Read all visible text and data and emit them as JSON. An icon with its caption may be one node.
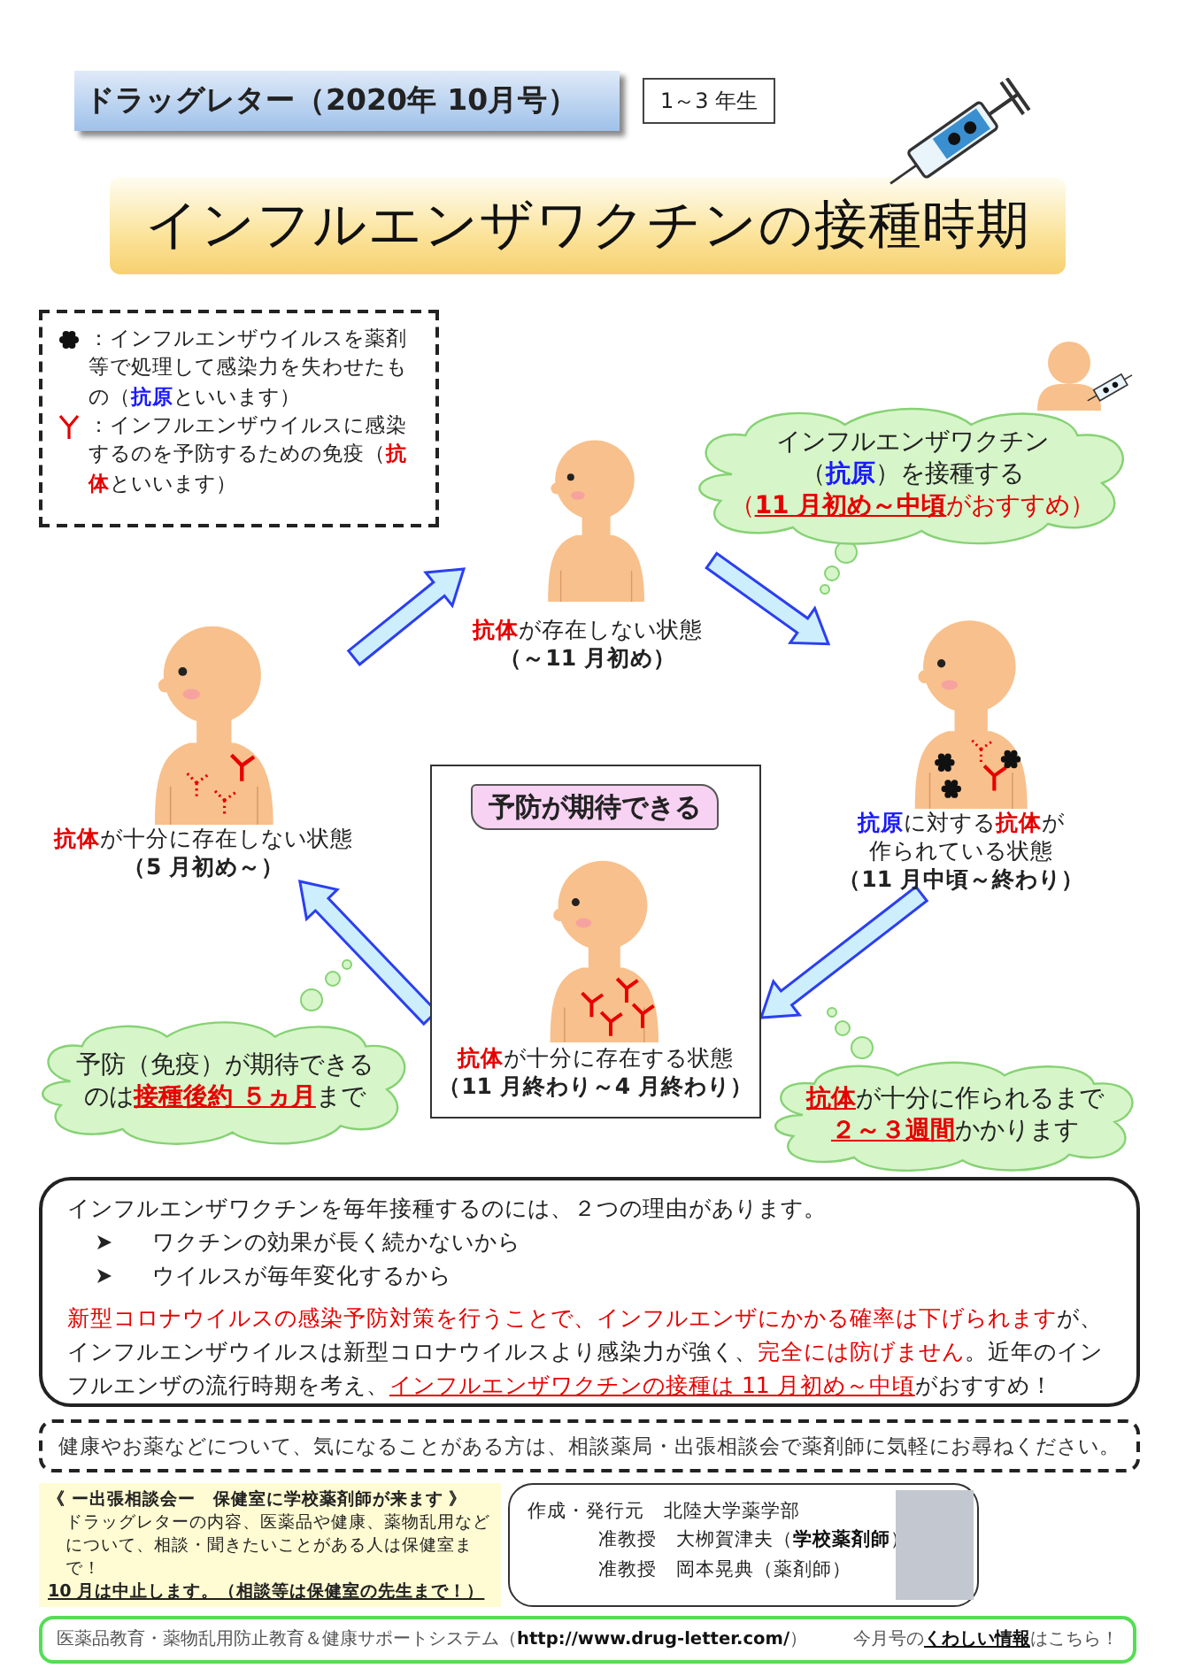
{
  "diagram": {
    "title": "インフルエンザワクチンの接種時期",
    "nodes": [
      {
        "text": [
          "ドラッグレター（2020年 10月号）"
        ]
      },
      {
        "text": [
          "1～3 年生"
        ]
      },
      {
        "text": [
          "**抗体**が存在しない状態",
          "（～11 月初め）"
        ]
      },
      {
        "text": [
          "インフルエンザワクチン（**抗原**）を接種する",
          "（**11 月初め～中頃**がおすすめ）"
        ]
      },
      {
        "text": [
          "**抗体**が十分に存在しない状態",
          "（5 月初め～）"
        ]
      },
      {
        "text": [
          "**抗原**に対する**抗体**が作られている状態",
          "（11 月中頃～終わり）"
        ]
      },
      {
        "text": [
          "予防が期待できる",
          "**抗体**が十分に存在する状態",
          "（11 月終わり～4 月終わり）"
        ]
      },
      {
        "text": [
          "予防（免疫）が期待できるのは**接種後約 ５ヵ月**まで"
        ]
      },
      {
        "text": [
          "**抗体**が十分に作られるまで**２～３週間**かかります"
        ]
      },
      {
        "text": [
          "インフルエンザワクチンを毎年接種するのには、２つの理由があります。",
          "ワクチンの効果が長く続かないから",
          "ウイルスが毎年変化するから",
          "**新型コロナウイルスの感染予防対策を行うことで、インフルエンザにかかる確率は下げられます**が、インフルエンザウイルスは新型コロナウイルスより感染力が強く、**完全には防げません**。近年のインフルエンザの流行時期を考え、**インフルエンザワクチンの接種は 11 月初め～中頃**がおすすめ！"
        ]
      },
      {
        "text": [
          "健康やお薬などについて、気になることがある方は、相談薬局・出張相談会で薬剤師に気軽にお尋ねください。"
        ]
      },
      {
        "text": [
          "《 ー出張相談会ー　保健室に学校薬剤師が来ます 》",
          "ドラッグレターの内容、医薬品や健康、薬物乱用などについて、相談・聞きたいことがある人は保健室まで！",
          "10 月は中止します。（相談等は保健室の先生まで！）"
        ]
      },
      {
        "text": [
          "作成・発行元　北陸大学薬学部",
          "准教授　大栁賀津夫（**学校薬剤師**）",
          "准教授　岡本晃典（薬剤師）"
        ]
      },
      {
        "text": [
          "医薬品教育・薬物乱用防止教育＆健康サポートシステム（**http://www.drug-letter.com/**）",
          "今月号の**くわしい情報**はこちら！"
        ]
      }
    ],
    "edges": [
      {
        "from": 4,
        "to": 2,
        "arrow": "to"
      },
      {
        "from": 2,
        "to": 5,
        "arrow": "to"
      },
      {
        "from": 5,
        "to": 6,
        "arrow": "to"
      },
      {
        "from": 6,
        "to": 4,
        "arrow": "to"
      }
    ],
    "legend": [
      {
        "text": "：インフルエンザウイルスを薬剤等で処理して感染力を失わせたもの（**抗原**といいます）"
      },
      {
        "text": "：インフルエンザウイルスに感染するのを予防するための免疫（**抗体**といいます）"
      }
    ]
  }
}
